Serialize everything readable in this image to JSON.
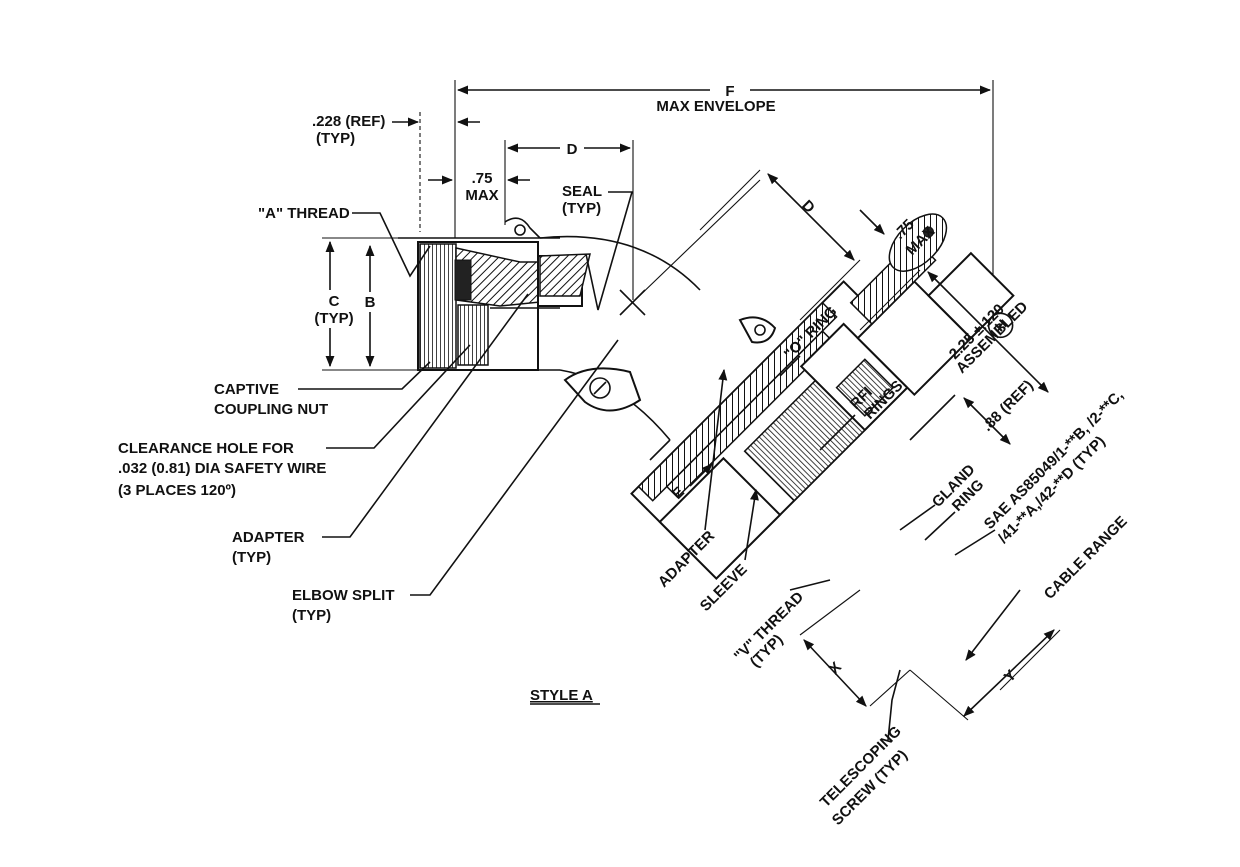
{
  "labels": {
    "f": "F",
    "max_envelope": "MAX ENVELOPE",
    "ref_228": ".228 (REF)",
    "ref_228_typ": "(TYP)",
    "d_top": "D",
    "max75_top_a": ".75",
    "max75_top_b": "MAX",
    "a_thread": "\"A\" THREAD",
    "seal": "SEAL",
    "seal_typ": "(TYP)",
    "c": "C",
    "c_typ": "(TYP)",
    "b": "B",
    "captive_1": "CAPTIVE",
    "captive_2": "COUPLING NUT",
    "clearance_1": "CLEARANCE HOLE FOR",
    "clearance_2": ".032 (0.81) DIA SAFETY WIRE",
    "clearance_3": "(3 PLACES 120º)",
    "adapter_left_1": "ADAPTER",
    "adapter_left_2": "(TYP)",
    "elbow_1": "ELBOW SPLIT",
    "elbow_2": "(TYP)",
    "style": "STYLE  A",
    "d_diag": "D",
    "max75_diag_a": ".75",
    "max75_diag_b": "MAX",
    "o_ring": "\"O\" RING",
    "rfi_1": "RFI",
    "rfi_2": "RINGS",
    "assembled_1": "2.25 ±.120",
    "assembled_2": "ASSEMBLED",
    "ref_88": ".88 (REF)",
    "gland": "GLAND",
    "ring": "RING",
    "sae_1": "SAE AS85049/1-**B, /2-**C,",
    "sae_2": "/41-**A,/42-**D (TYP)",
    "e": "E",
    "adapter_right": "ADAPTER",
    "sleeve": "SLEEVE",
    "v_thread_1": "\"V\" THREAD",
    "v_thread_2": "(TYP)",
    "cable_range": "CABLE RANGE",
    "x": "X",
    "y": "Y",
    "telescoping_1": "TELESCOPING",
    "telescoping_2": "SCREW (TYP)"
  }
}
